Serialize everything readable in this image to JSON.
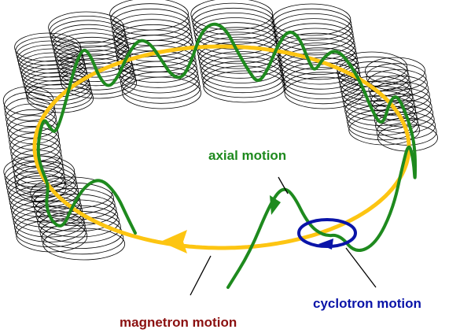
{
  "labels": {
    "axial": "axial motion",
    "cyclotron": "cyclotron motion",
    "magnetron": "magnetron motion"
  },
  "colors": {
    "magnetron": "#FDC512",
    "axial": "#1E8A1E",
    "cyclotron": "#0A14A8",
    "magnetron_label": "#8B1010",
    "axial_label": "#1E8A1E",
    "cyclotron_label": "#0A14A8",
    "loops": "#000000"
  }
}
